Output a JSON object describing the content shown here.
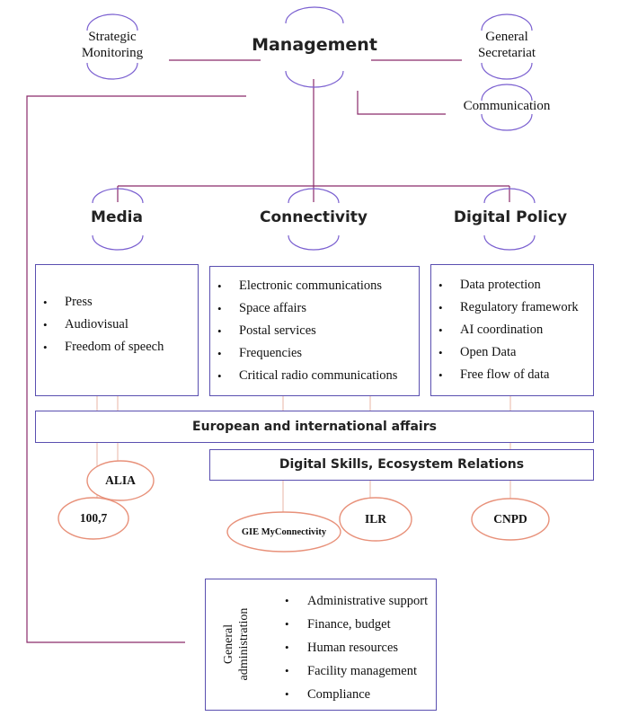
{
  "top": {
    "management": "Management",
    "strategic_monitoring": [
      "Strategic",
      "Monitoring"
    ],
    "general_secretariat": [
      "General",
      "Secretariat"
    ],
    "communication": "Communication"
  },
  "departments": [
    {
      "title": "Media",
      "items": [
        "Press",
        "Audiovisual",
        "Freedom of speech"
      ]
    },
    {
      "title": "Connectivity",
      "items": [
        "Electronic communications",
        "Space affairs",
        "Postal services",
        "Frequencies",
        "Critical radio communications"
      ]
    },
    {
      "title": "Digital Policy",
      "items": [
        "Data protection",
        "Regulatory framework",
        "AI coordination",
        "Open Data",
        "Free flow of data"
      ]
    }
  ],
  "bars": {
    "european": "European and international affairs",
    "digital_skills": "Digital Skills, Ecosystem Relations"
  },
  "agencies": {
    "alia": "ALIA",
    "radio": "100,7",
    "gie": "GIE MyConnectivity",
    "ilr": "ILR",
    "cnpd": "CNPD"
  },
  "general_admin": {
    "title": [
      "General",
      "administration"
    ],
    "items": [
      "Administrative support",
      "Finance, budget",
      "Human resources",
      "Facility management",
      "Compliance"
    ]
  },
  "colors": {
    "connector": "#8a2a6a",
    "arc": "#7a5fd0",
    "box_border": "#5a4fb0",
    "oval": "#e8917a",
    "drop": "#e8b5a5"
  }
}
